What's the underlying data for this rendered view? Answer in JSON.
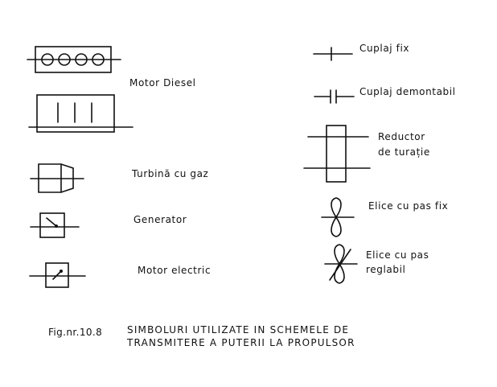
{
  "symbols": {
    "motor_diesel": "Motor Diesel",
    "turbina_gaz": "Turbină cu gaz",
    "generator": "Generator",
    "motor_electric": "Motor electric",
    "cuplaj_fix": "Cuplaj fix",
    "cuplaj_demontabil": "Cuplaj demontabil",
    "reductor_line1": "Reductor",
    "reductor_line2": "de turație",
    "elice_fix": "Elice cu pas fix",
    "elice_reglabil_line1": "Elice cu pas",
    "elice_reglabil_line2": "reglabil"
  },
  "caption": {
    "fig_number": "Fig.nr.10.8",
    "title_line1": "SIMBOLURI UTILIZATE IN SCHEMELE DE",
    "title_line2": "TRANSMITERE A PUTERII LA PROPULSOR"
  }
}
